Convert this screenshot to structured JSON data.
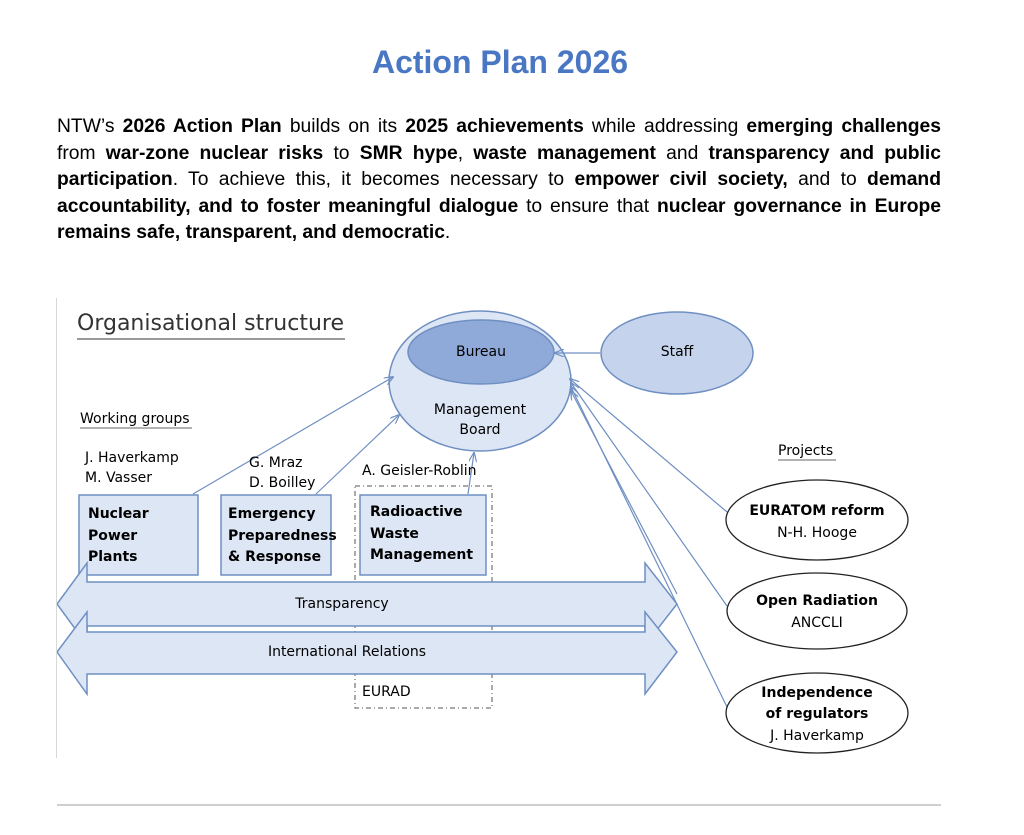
{
  "title": "Action Plan 2026",
  "intro": {
    "s1": "NTW’s ",
    "b1": "2026 Action Plan",
    "s2": " builds on its ",
    "b2": "2025 achievements",
    "s3": " while addressing ",
    "b3": "emerging challenges",
    "s4": " from ",
    "b4": "war-zone nuclear risks",
    "s5": " to ",
    "b5": "SMR hype",
    "s6": ", ",
    "b6": "waste management",
    "s7": " and ",
    "b7": "transparency and public participation",
    "s8": ". To achieve this, it becomes necessary to ",
    "b8": "empower civil society,",
    "s9": " and to ",
    "b9": "demand accountability, and to foster meaningful dialogue",
    "s10": " to ensure that ",
    "b10": "nuclear governance in Europe remains safe, transparent, and democratic",
    "s11": "."
  },
  "diagram": {
    "heading": "Organisational structure",
    "bureau": "Bureau",
    "board": "Management\nBoard",
    "staff": "Staff",
    "working_groups_label": "Working groups",
    "projects_label": "Projects",
    "groups": [
      {
        "people": "J. Haverkamp\nM. Vasser",
        "name": "Nuclear\nPower\nPlants"
      },
      {
        "people": "G. Mraz\nD. Boilley",
        "name": "Emergency\nPreparedness\n& Response"
      },
      {
        "people": "A. Geisler-Roblin",
        "name": "Radioactive\nWaste\nManagement"
      }
    ],
    "transparency": "Transparency",
    "international": "International Relations",
    "eurad": "EURAD",
    "projects": [
      {
        "name": "EURATOM reform",
        "lead": "N-H. Hooge"
      },
      {
        "name": "Open Radiation",
        "lead": "ANCCLI"
      },
      {
        "name": "Independence\nof regulators",
        "lead": "J. Haverkamp"
      }
    ],
    "colors": {
      "fill_light": "#dde6f4",
      "fill_mid": "#c5d4ec",
      "fill_dark": "#8fa9d8",
      "stroke": "#6f8fc2"
    }
  }
}
